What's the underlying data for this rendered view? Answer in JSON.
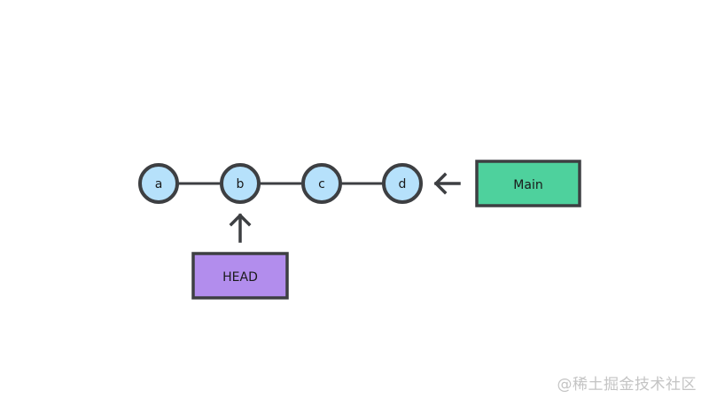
{
  "commits": [
    "a",
    "b",
    "c",
    "d"
  ],
  "head_label": "HEAD",
  "main_label": "Main",
  "watermark": "@稀土掘金技术社区",
  "colors": {
    "commit_fill": "#b6e1fb",
    "stroke": "#3d3f42",
    "head_fill": "#b28ded",
    "main_fill": "#4ed19d"
  }
}
